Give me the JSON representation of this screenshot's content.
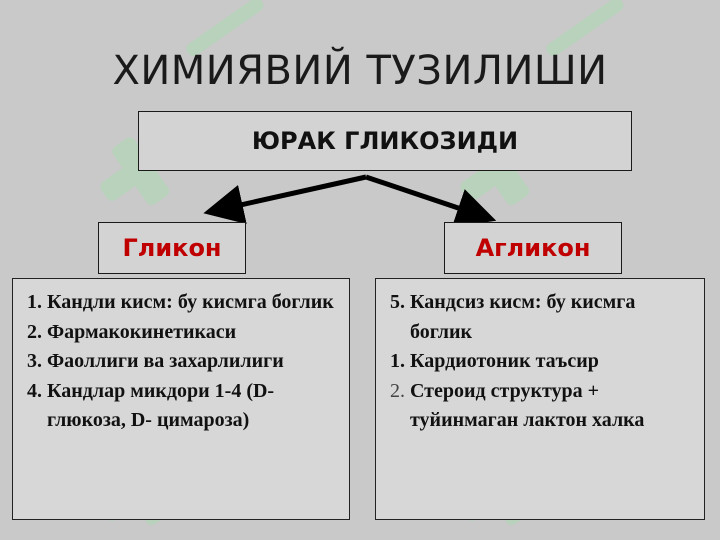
{
  "title": "ХИМИЯВИЙ ТУЗИЛИШИ",
  "top_box": {
    "label": "ЮРАК ГЛИКОЗИДИ"
  },
  "left_header": {
    "label": "Гликон"
  },
  "right_header": {
    "label": "Агликон"
  },
  "left_list": [
    {
      "num": "1.",
      "text": "Кандли кисм: бу кисмга боглик"
    },
    {
      "num": "2.",
      "text": "Фармакокинетикаси"
    },
    {
      "num": "3.",
      "text": "Фаоллиги ва захарлилиги"
    },
    {
      "num": "4.",
      "text": "Кандлар микдори 1-4 (D- глюкоза, D- цимароза)"
    }
  ],
  "right_list": [
    {
      "num": "5.",
      "text": "Кандсиз кисм: бу кисмга боглик"
    },
    {
      "num": "1.",
      "text": "Кардиотоник таъсир"
    },
    {
      "num": "2.",
      "text": "Стероид структура + туйинмаган  лактон халка"
    }
  ],
  "colors": {
    "background": "#c9c9c9",
    "header_text": "#c00000",
    "watermark": "#a8d8b0"
  }
}
